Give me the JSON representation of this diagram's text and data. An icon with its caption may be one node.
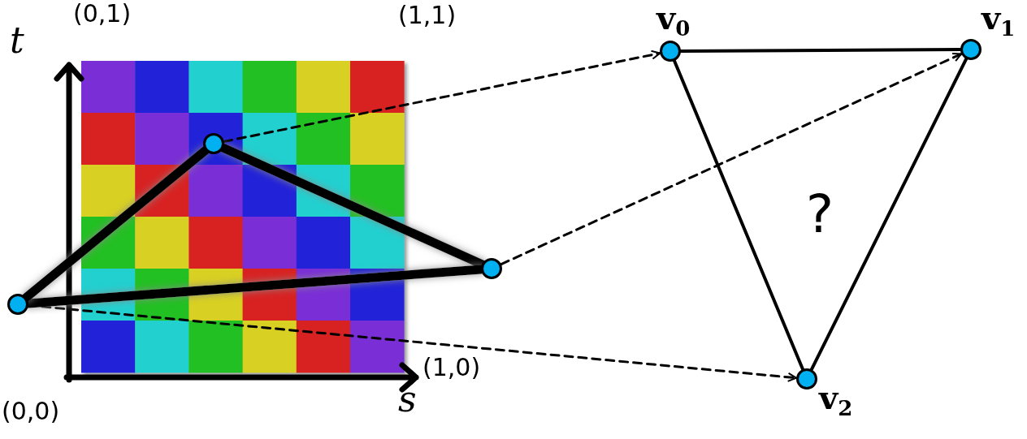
{
  "diagram": {
    "nodes": [
      {
        "text": [],
        "shape": "circle",
        "beside": [
          "v$_{0}$"
        ]
      },
      {
        "text": [],
        "shape": "circle",
        "beside": [
          "v$_{1}$"
        ]
      },
      {
        "text": [],
        "shape": "circle"
      },
      {
        "text": [],
        "shape": "circle"
      },
      {
        "text": [],
        "shape": "circle"
      },
      {
        "text": [],
        "shape": "circle",
        "beside": [
          "v$_{2}$"
        ]
      }
    ],
    "edges": [
      {
        "from": 2,
        "to": 0,
        "arrow": "to",
        "style": "dashed"
      },
      {
        "from": 3,
        "to": 1,
        "arrow": "to",
        "style": "dashed"
      },
      {
        "from": 4,
        "to": 5,
        "arrow": "to",
        "style": "dashed"
      },
      {
        "from": 2,
        "to": 3,
        "arrow": "none",
        "style": "thick"
      },
      {
        "from": 3,
        "to": 4,
        "arrow": "none",
        "style": "thick"
      },
      {
        "from": 4,
        "to": 2,
        "arrow": "none",
        "style": "thick"
      },
      {
        "from": 0,
        "to": 1,
        "arrow": "none"
      },
      {
        "from": 1,
        "to": 5,
        "arrow": "none"
      },
      {
        "from": 5,
        "to": 0,
        "arrow": "none"
      }
    ],
    "labels": [
      "t",
      "(0,1)",
      "(1,1)",
      "?",
      "(1,0)",
      "(0,0)",
      "s"
    ]
  }
}
